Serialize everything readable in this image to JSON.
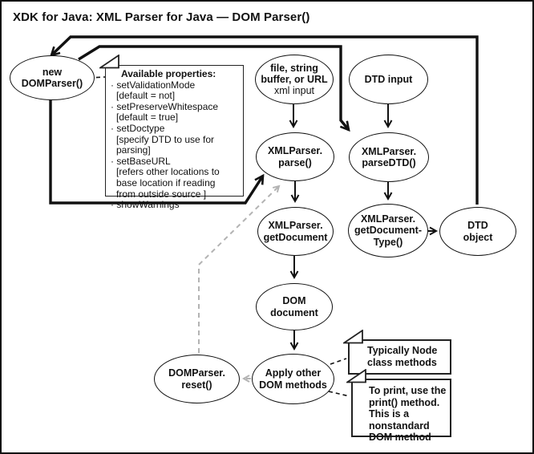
{
  "title": "XDK for Java: XML Parser for Java — DOM Parser()",
  "colors": {
    "line": "#111111",
    "gray_dash": "#b3b3b3",
    "background": "#ffffff"
  },
  "nodes": {
    "new_domparser": {
      "label": "new\nDOMParser()"
    },
    "xml_input": {
      "label": "file, string\nbuffer, or URL",
      "sublabel": "xml input"
    },
    "dtd_input": {
      "label": "DTD input"
    },
    "parse": {
      "label": "XMLParser.\nparse()"
    },
    "parse_dtd": {
      "label": "XMLParser.\nparseDTD()"
    },
    "get_document": {
      "label": "XMLParser.\ngetDocument"
    },
    "get_document_type": {
      "label": "XMLParser.\ngetDocument-\nType()"
    },
    "dtd_object": {
      "label": "DTD\nobject"
    },
    "dom_document": {
      "label": "DOM\ndocument"
    },
    "apply_dom_methods": {
      "label": "Apply other\nDOM methods"
    },
    "reset": {
      "label": "DOMParser.\nreset()"
    }
  },
  "properties_note": {
    "title": "Available properties:",
    "items": [
      {
        "name": "setValidationMode",
        "detail": "[default = not]"
      },
      {
        "name": "setPreserveWhitespace",
        "detail": "[default = true]"
      },
      {
        "name": "setDoctype",
        "detail": "[specify DTD to use for\nparsing]"
      },
      {
        "name": "setBaseURL",
        "detail": "[refers other locations to\nbase location if reading\nfrom outside source ]"
      },
      {
        "name": "showWarnings",
        "detail": ""
      }
    ]
  },
  "notes": {
    "node_methods": "Typically Node\nclass methods",
    "print_method": "To print, use the\nprint() method.\nThis is a\nnonstandard\nDOM method"
  }
}
